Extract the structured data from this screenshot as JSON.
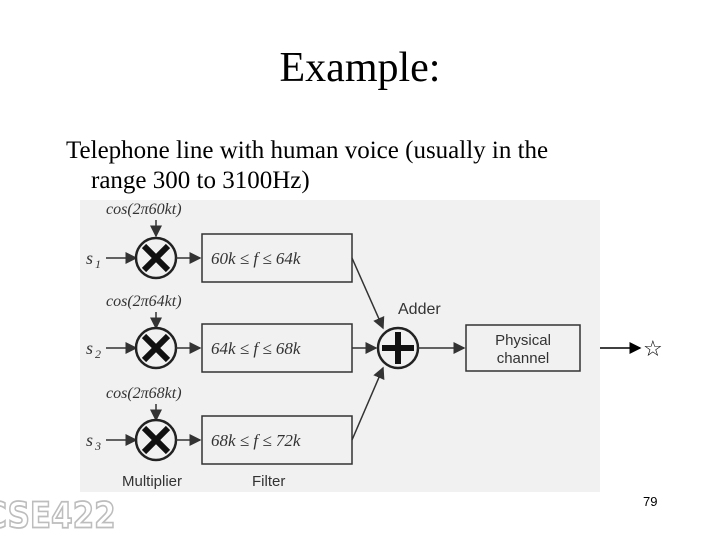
{
  "slide": {
    "title": "Example:",
    "body_line1": "Telephone line with human voice (usually in the",
    "body_line2": "range 300 to 3100Hz)",
    "page_number": "79",
    "logo_text": "CSE422",
    "star_glyph": "☆"
  },
  "diagram": {
    "carriers": [
      "cos(2π60kt)",
      "cos(2π64kt)",
      "cos(2π68kt)"
    ],
    "inputs": [
      {
        "letter": "s",
        "index": "1"
      },
      {
        "letter": "s",
        "index": "2"
      },
      {
        "letter": "s",
        "index": "3"
      }
    ],
    "filters": [
      "60k ≤ f ≤ 64k",
      "64k ≤ f ≤ 68k",
      "68k ≤ f ≤ 72k"
    ],
    "adder_label": "Adder",
    "channel_line1": "Physical",
    "channel_line2": "channel",
    "multiplier_label": "Multiplier",
    "filter_label": "Filter"
  },
  "colors": {
    "figure_background": "#f1f1f1",
    "diagram_ink": "#333333"
  }
}
